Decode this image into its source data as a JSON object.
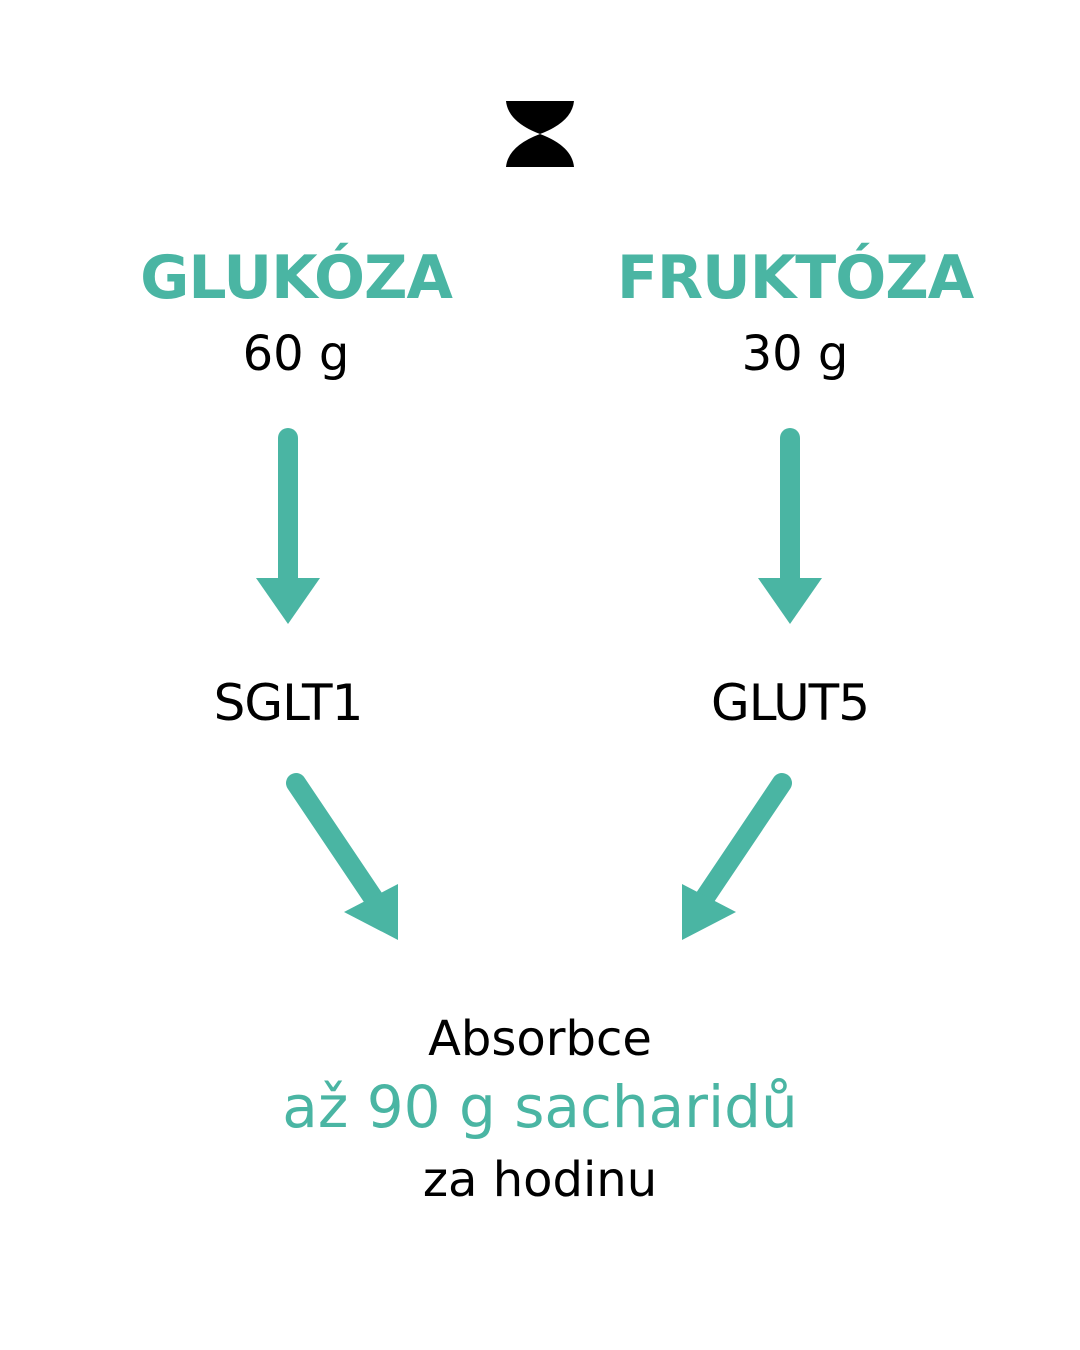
{
  "colors": {
    "accent": "#4AB5A3",
    "text": "#000000",
    "background": "#FFFFFF"
  },
  "logo": {
    "icon": "hourglass-logo-icon"
  },
  "left_branch": {
    "sugar": "GLUKÓZA",
    "amount": "60 g",
    "transporter": "SGLT1"
  },
  "right_branch": {
    "sugar": "FRUKTÓZA",
    "amount": "30 g",
    "transporter": "GLUT5"
  },
  "result": {
    "line1": "Absorbce",
    "line2": "až 90 g sacharidů",
    "line3": "za hodinu"
  }
}
